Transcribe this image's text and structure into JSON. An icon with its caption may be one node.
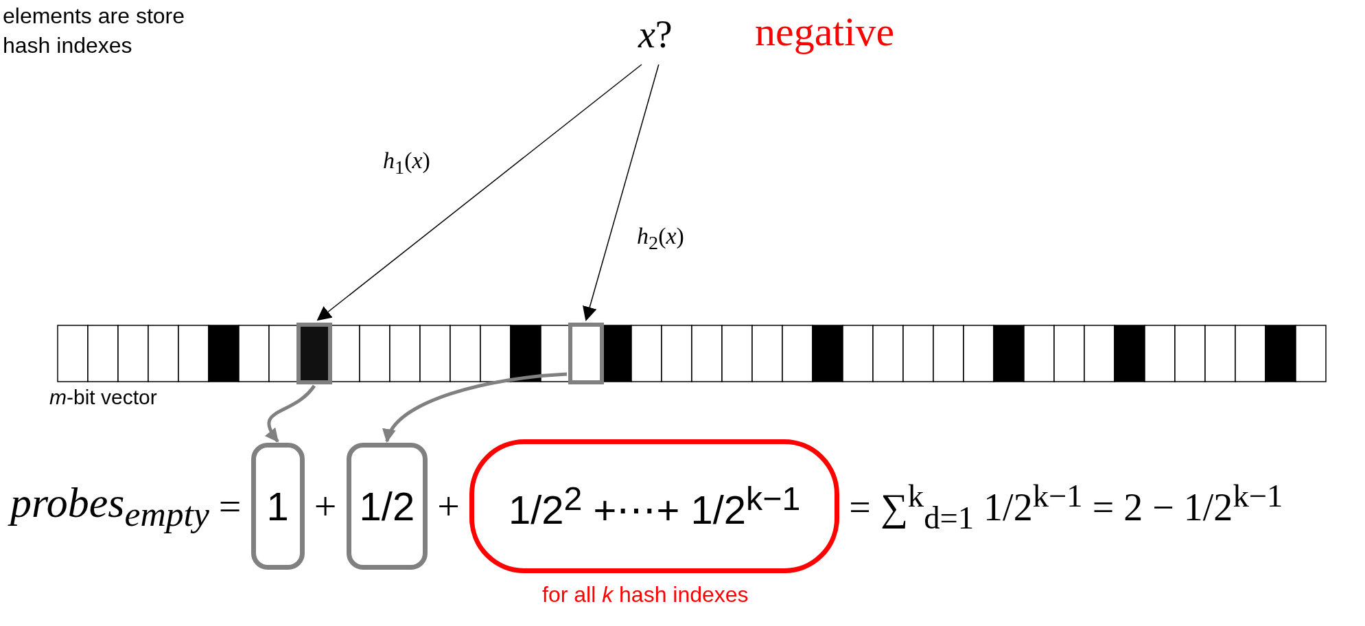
{
  "diagram": {
    "nodes": [
      {
        "text": [
          "*x*?"
        ],
        "beside": [
          "negative"
        ]
      },
      {
        "text": [],
        "shape": "box"
      },
      {
        "text": [],
        "shape": "box"
      },
      {
        "text": [
          "1"
        ]
      },
      {
        "text": [
          "1/2"
        ]
      },
      {
        "text": [
          "1/2$^{2}$ +⋯+ 1/2$^{k−1}$"
        ]
      }
    ],
    "edges": [
      {
        "from": 0,
        "to": 1,
        "arrow": "to",
        "label": "*h*$_{1}$(*x*)"
      },
      {
        "from": 0,
        "to": 2,
        "arrow": "to",
        "label": "*h*$_{2}$(*x*)"
      },
      {
        "from": 1,
        "to": 3,
        "arrow": "to",
        "style": "thick",
        "color": "#808080"
      },
      {
        "from": 2,
        "to": 4,
        "arrow": "to",
        "style": "thick",
        "color": "#808080"
      }
    ],
    "labels": [
      "elements are store hash indexes",
      "*m*-bit vector",
      "probes$_{empty}$",
      "=",
      "+",
      "+",
      "= ∑$^{k}$$_{d=1}$ 1/2$^{k−1}$ = 2 − 1/2$^{k−1}$",
      "for all *k* hash indexes"
    ]
  }
}
